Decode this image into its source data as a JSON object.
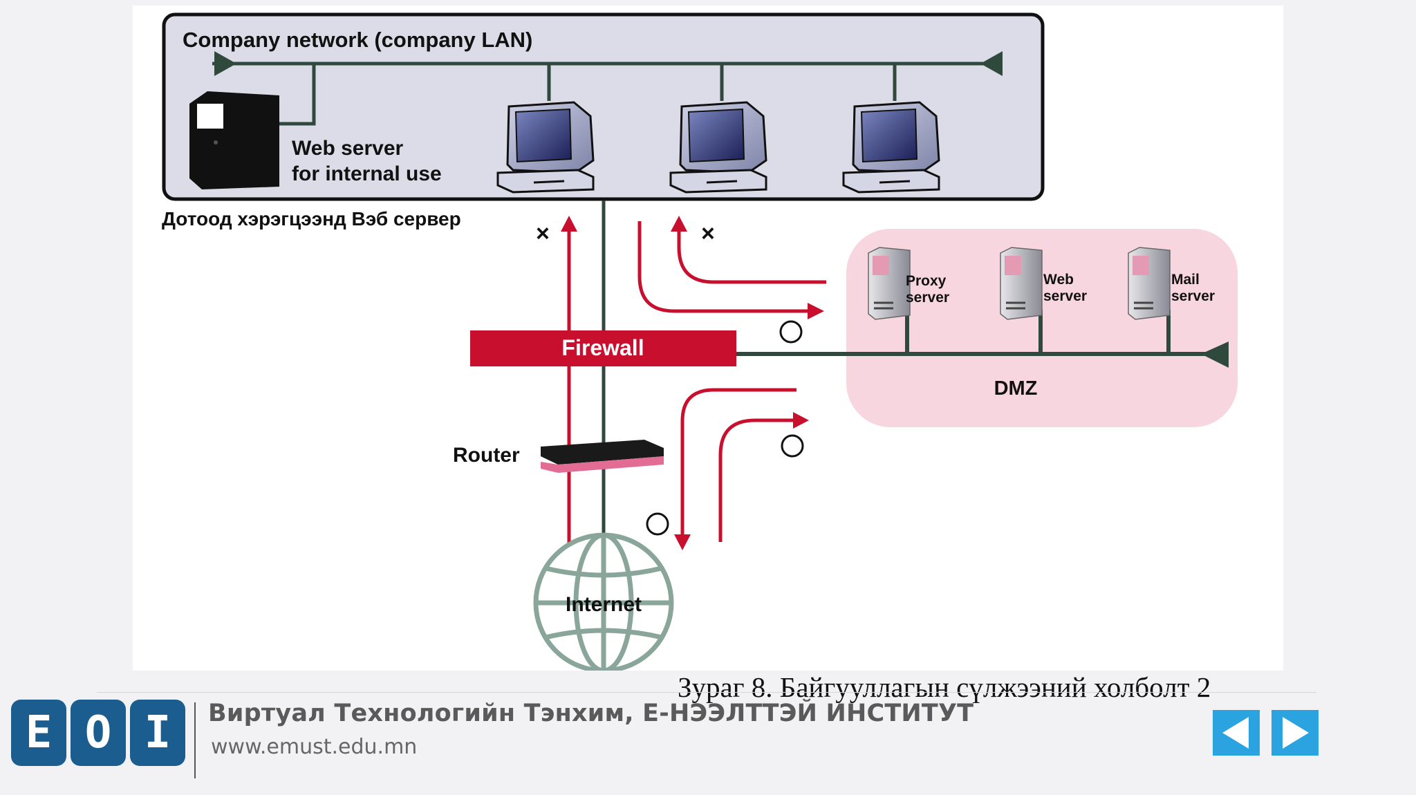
{
  "diagram": {
    "lan_title": "Company network (company LAN)",
    "internal_server_label": [
      "Web server",
      "for internal use"
    ],
    "internal_server_label_mn": "Дотоод хэрэгцээнд Вэб сервер",
    "firewall_label": "Firewall",
    "dmz_label": "DMZ",
    "dmz_servers": [
      {
        "line1": "Proxy",
        "line2": "server"
      },
      {
        "line1": "Web",
        "line2": "server"
      },
      {
        "line1": "Mail",
        "line2": "server"
      }
    ],
    "router_label": "Router",
    "internet_label": "Internet",
    "blocked_mark": "×",
    "allowed_mark": "○"
  },
  "caption": "Зураг  8. Байгууллагын сүлжээний холболт 2",
  "footer": {
    "logo_letters": [
      "E",
      "O",
      "I"
    ],
    "org_name": "Виртуал Технологийн Тэнхим, Е-НЭЭЛТТЭЙ ИНСТИТУТ",
    "url": "www.emust.edu.mn",
    "nav": {
      "prev_icon": "triangle-left-icon",
      "next_icon": "triangle-right-icon"
    }
  },
  "colors": {
    "accent_red": "#c8102e",
    "dmz_pink": "#f7d6e0",
    "lan_fill": "#dcdce8",
    "line_green": "#2f4a3c",
    "logo_blue": "#1c5d8f",
    "nav_blue": "#2ba3e0"
  }
}
